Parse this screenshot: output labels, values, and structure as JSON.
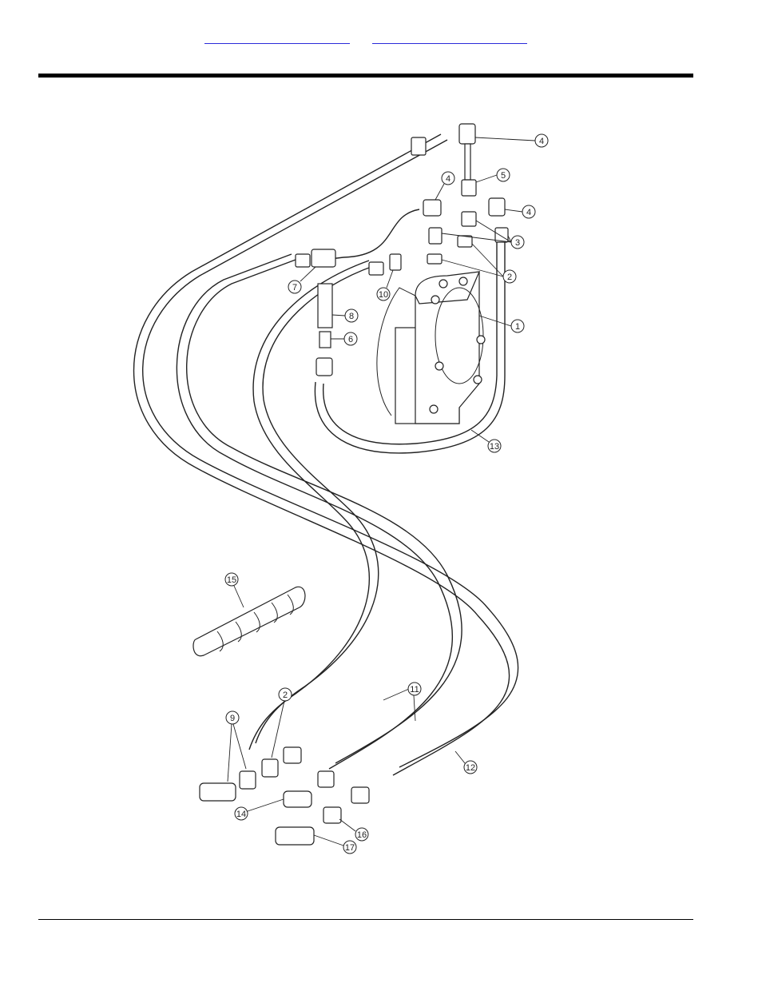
{
  "header": {
    "link_a": "",
    "link_b": ""
  },
  "diagram": {
    "callouts": [
      "4",
      "5",
      "4",
      "4",
      "3",
      "2",
      "7",
      "10",
      "8",
      "1",
      "6",
      "13",
      "15",
      "2",
      "9",
      "11",
      "12",
      "14",
      "16",
      "17"
    ]
  },
  "colors": {
    "link": "#2b2bd9",
    "line": "#222222",
    "rule": "#000000"
  }
}
